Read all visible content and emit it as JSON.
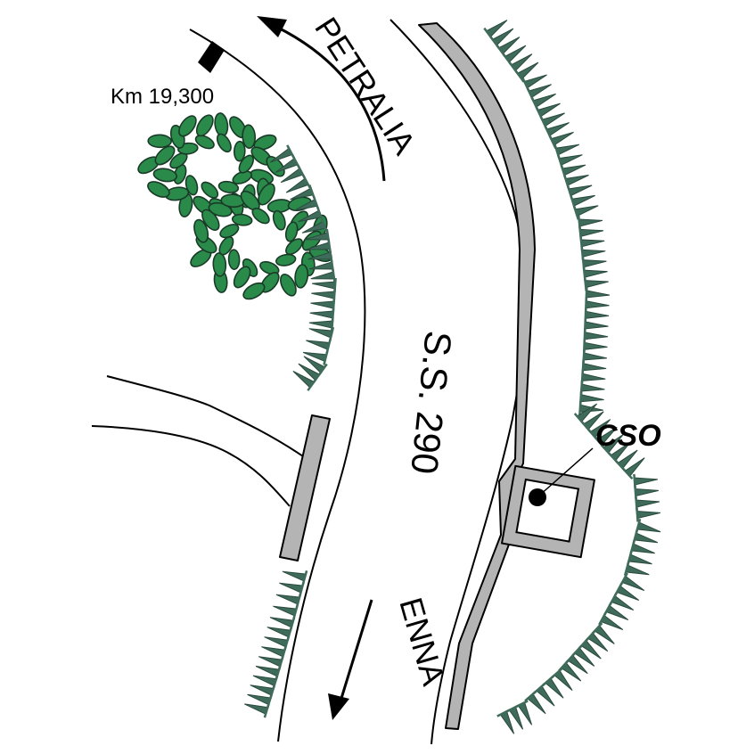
{
  "labels": {
    "km_marker": "Km 19,300",
    "direction_north": "PETRALIA",
    "road_name": "S.S. 290",
    "direction_south": "ENNA",
    "station": "CSO"
  },
  "colors": {
    "vegetation": "#2a8a4a",
    "embankment": "#3f6b5a",
    "pavement": "#b4b4b4",
    "ink": "#000000"
  },
  "icons": {
    "direction_arrow": "arrow-icon",
    "station_marker": "filled-circle",
    "km_marker": "post-marker"
  }
}
